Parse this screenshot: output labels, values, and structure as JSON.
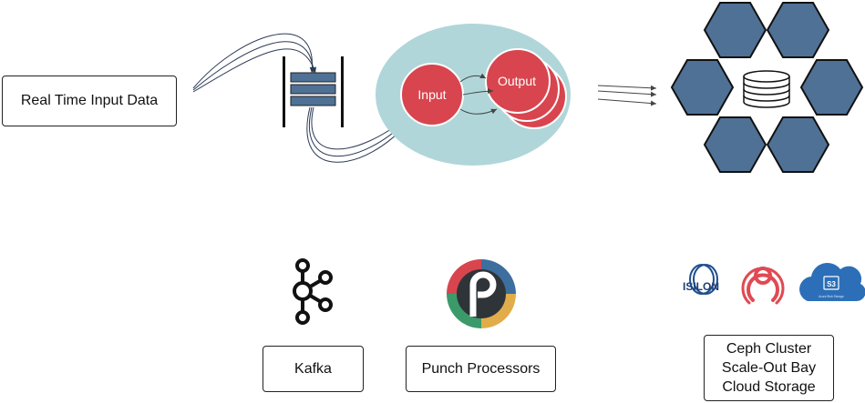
{
  "source": {
    "label": "Real Time Input Data"
  },
  "processor": {
    "input_label": "Input",
    "output_label": "Output"
  },
  "logos": {
    "kafka": "kafka-logo",
    "punch": "punch-logo",
    "isilon": {
      "icon": "isilon-logo",
      "text": "ISILON"
    },
    "ceph": "ceph-logo",
    "s3": {
      "icon": "s3-cloud-logo",
      "badge": "S3",
      "caption": "Azure Blob Storage"
    }
  },
  "labels": {
    "kafka": "Kafka",
    "punch": "Punch Processors",
    "storage": [
      "Ceph Cluster",
      "Scale-Out Bay",
      "Cloud Storage"
    ]
  },
  "colors": {
    "hexagon": "#4f7196",
    "bubble": "#b0d6d9",
    "red": "#d8454e",
    "queue": "#4f7196"
  }
}
